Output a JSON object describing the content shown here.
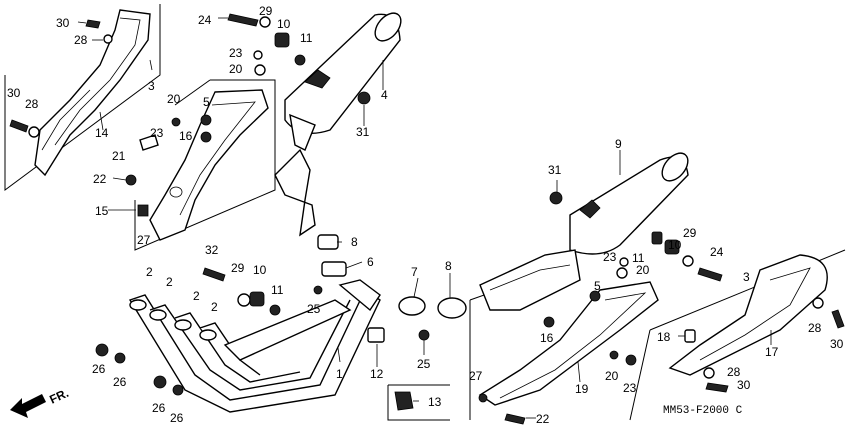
{
  "diagram": {
    "code": "MM53-F2000 C",
    "direction": "FR.",
    "parts": [
      {
        "id": "p1",
        "label": "1"
      },
      {
        "id": "p2a",
        "label": "2"
      },
      {
        "id": "p2b",
        "label": "2"
      },
      {
        "id": "p2c",
        "label": "2"
      },
      {
        "id": "p2d",
        "label": "2"
      },
      {
        "id": "p3a",
        "label": "3"
      },
      {
        "id": "p3b",
        "label": "3"
      },
      {
        "id": "p4",
        "label": "4"
      },
      {
        "id": "p5a",
        "label": "5"
      },
      {
        "id": "p5b",
        "label": "5"
      },
      {
        "id": "p6",
        "label": "6"
      },
      {
        "id": "p7",
        "label": "7"
      },
      {
        "id": "p8a",
        "label": "8"
      },
      {
        "id": "p8b",
        "label": "8"
      },
      {
        "id": "p9",
        "label": "9"
      },
      {
        "id": "p10a",
        "label": "10"
      },
      {
        "id": "p10b",
        "label": "10"
      },
      {
        "id": "p10c",
        "label": "10"
      },
      {
        "id": "p11a",
        "label": "11"
      },
      {
        "id": "p11b",
        "label": "11"
      },
      {
        "id": "p11c",
        "label": "11"
      },
      {
        "id": "p12",
        "label": "12"
      },
      {
        "id": "p13",
        "label": "13"
      },
      {
        "id": "p14",
        "label": "14"
      },
      {
        "id": "p15",
        "label": "15"
      },
      {
        "id": "p16a",
        "label": "16"
      },
      {
        "id": "p16b",
        "label": "16"
      },
      {
        "id": "p17",
        "label": "17"
      },
      {
        "id": "p18",
        "label": "18"
      },
      {
        "id": "p19",
        "label": "19"
      },
      {
        "id": "p20a",
        "label": "20"
      },
      {
        "id": "p20b",
        "label": "20"
      },
      {
        "id": "p20c",
        "label": "20"
      },
      {
        "id": "p20d",
        "label": "20"
      },
      {
        "id": "p21",
        "label": "21"
      },
      {
        "id": "p22a",
        "label": "22"
      },
      {
        "id": "p22b",
        "label": "22"
      },
      {
        "id": "p23a",
        "label": "23"
      },
      {
        "id": "p23b",
        "label": "23"
      },
      {
        "id": "p23c",
        "label": "23"
      },
      {
        "id": "p23d",
        "label": "23"
      },
      {
        "id": "p24a",
        "label": "24"
      },
      {
        "id": "p24b",
        "label": "24"
      },
      {
        "id": "p25a",
        "label": "25"
      },
      {
        "id": "p25b",
        "label": "25"
      },
      {
        "id": "p26a",
        "label": "26"
      },
      {
        "id": "p26b",
        "label": "26"
      },
      {
        "id": "p26c",
        "label": "26"
      },
      {
        "id": "p26d",
        "label": "26"
      },
      {
        "id": "p27a",
        "label": "27"
      },
      {
        "id": "p27b",
        "label": "27"
      },
      {
        "id": "p28a",
        "label": "28"
      },
      {
        "id": "p28b",
        "label": "28"
      },
      {
        "id": "p28c",
        "label": "28"
      },
      {
        "id": "p28d",
        "label": "28"
      },
      {
        "id": "p29a",
        "label": "29"
      },
      {
        "id": "p29b",
        "label": "29"
      },
      {
        "id": "p29c",
        "label": "29"
      },
      {
        "id": "p30a",
        "label": "30"
      },
      {
        "id": "p30b",
        "label": "30"
      },
      {
        "id": "p30c",
        "label": "30"
      },
      {
        "id": "p30d",
        "label": "30"
      },
      {
        "id": "p31a",
        "label": "31"
      },
      {
        "id": "p31b",
        "label": "31"
      },
      {
        "id": "p32",
        "label": "32"
      }
    ]
  }
}
